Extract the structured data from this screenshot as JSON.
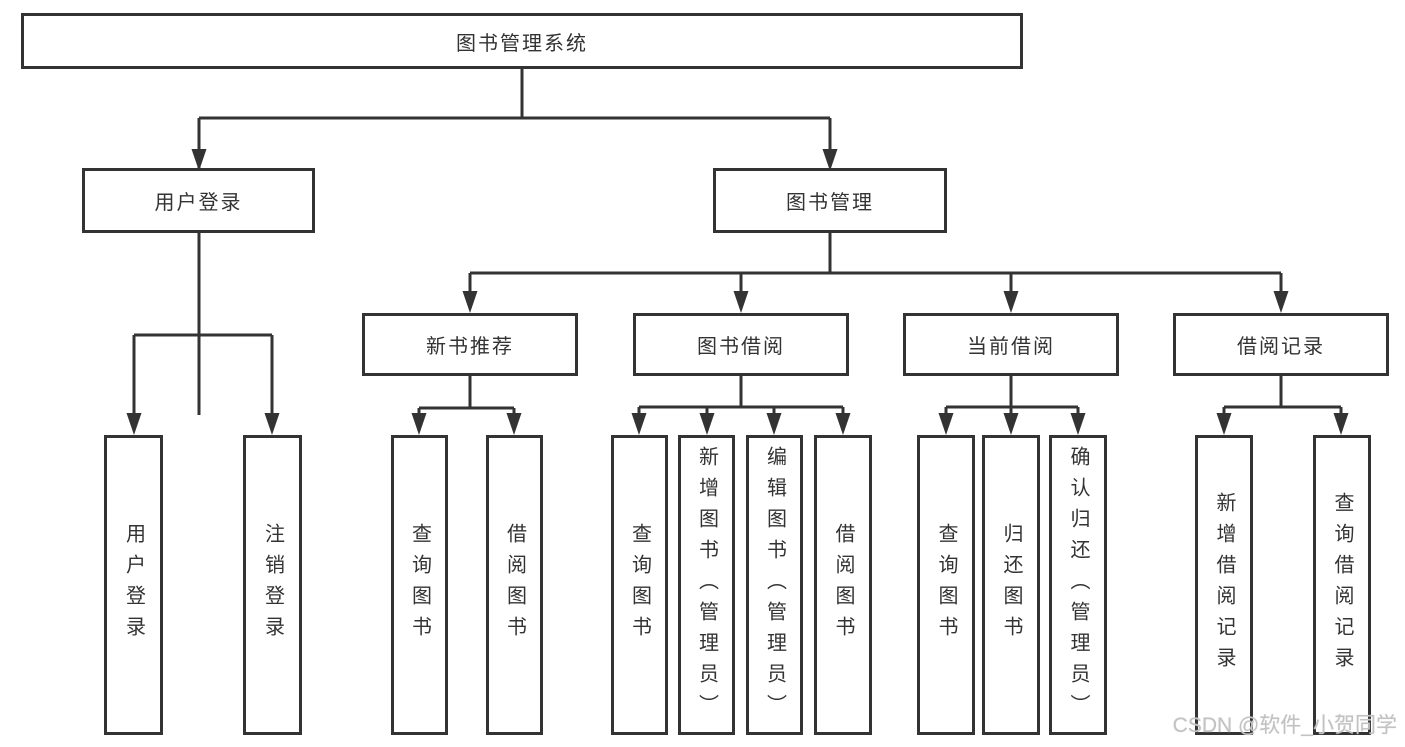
{
  "diagram": {
    "root": {
      "label": "图书管理系统"
    },
    "branches": [
      {
        "label": "用户登录",
        "children": [
          {
            "label": "用户登录"
          },
          {
            "label": "注销登录"
          }
        ]
      },
      {
        "label": "图书管理",
        "children": [
          {
            "label": "新书推荐",
            "children": [
              {
                "label": "查询图书"
              },
              {
                "label": "借阅图书"
              }
            ]
          },
          {
            "label": "图书借阅",
            "children": [
              {
                "label": "查询图书"
              },
              {
                "label": "新增图书（管理员）"
              },
              {
                "label": "编辑图书（管理员）"
              },
              {
                "label": "借阅图书"
              }
            ]
          },
          {
            "label": "当前借阅",
            "children": [
              {
                "label": "查询图书"
              },
              {
                "label": "归还图书"
              },
              {
                "label": "确认归还（管理员）"
              }
            ]
          },
          {
            "label": "借阅记录",
            "children": [
              {
                "label": "新增借阅记录"
              },
              {
                "label": "查询借阅记录"
              }
            ]
          }
        ]
      }
    ]
  },
  "watermark": {
    "text": "CSDN @软件_小贺同学"
  },
  "colors": {
    "line": "#333333",
    "box_background": "#ffffff",
    "page_background": "#ffffff",
    "watermark": "#c2c2c2"
  }
}
